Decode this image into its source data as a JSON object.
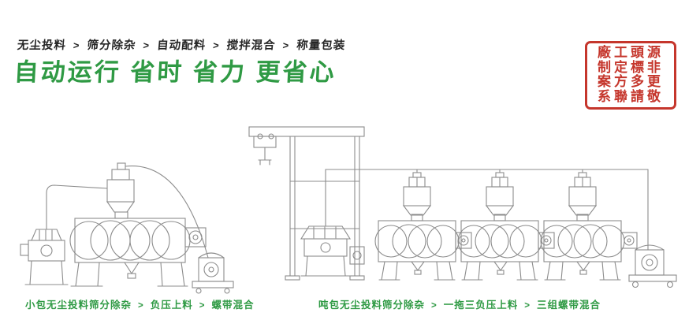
{
  "header": {
    "steps": [
      "无尘投料",
      "筛分除杂",
      "自动配料",
      "搅拌混合",
      "称量包装"
    ],
    "separator": ">",
    "headline": "自动运行 省时 省力 更省心"
  },
  "seal": {
    "lines": [
      "源頭工廠",
      "非標定制",
      "更多方案",
      "敬請聯系"
    ]
  },
  "captions": {
    "left": {
      "parts": [
        "小包无尘投料筛分除杂",
        "负压上料",
        "螺带混合"
      ],
      "separator": ">"
    },
    "right": {
      "parts": [
        "吨包无尘投料筛分除杂",
        "一拖三负压上料",
        "三组螺带混合"
      ],
      "separator": ">"
    }
  },
  "diagram": {
    "left_system": "小包投料-负压上料-螺带混合机组",
    "right_system": "吨包投料-一拖三负压上料-三组螺带混合机组"
  },
  "colors": {
    "accent_green": "#2f9a44",
    "seal_red": "#c5362c",
    "line_gray": "#8c8c8c",
    "text_dark": "#262626"
  }
}
